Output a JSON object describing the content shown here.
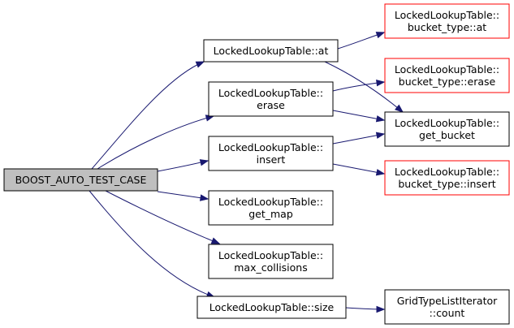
{
  "colors": {
    "edge": "#191970",
    "root_fill": "#bfbfbf",
    "external_border": "#ff0000",
    "node_border": "#000000"
  },
  "nodes": {
    "root": {
      "lines": [
        "BOOST_AUTO_TEST_CASE"
      ]
    },
    "at": {
      "lines": [
        "LockedLookupTable::at"
      ]
    },
    "erase": {
      "lines": [
        "LockedLookupTable::",
        "erase"
      ]
    },
    "insert": {
      "lines": [
        "LockedLookupTable::",
        "insert"
      ]
    },
    "get_map": {
      "lines": [
        "LockedLookupTable::",
        "get_map"
      ]
    },
    "max_collisions": {
      "lines": [
        "LockedLookupTable::",
        "max_collisions"
      ]
    },
    "size": {
      "lines": [
        "LockedLookupTable::size"
      ]
    },
    "bucket_at": {
      "lines": [
        "LockedLookupTable::",
        "bucket_type::at"
      ]
    },
    "bucket_erase": {
      "lines": [
        "LockedLookupTable::",
        "bucket_type::erase"
      ]
    },
    "get_bucket": {
      "lines": [
        "LockedLookupTable::",
        "get_bucket"
      ]
    },
    "bucket_insert": {
      "lines": [
        "LockedLookupTable::",
        "bucket_type::insert"
      ]
    },
    "count": {
      "lines": [
        "GridTypeListIterator",
        "::count"
      ]
    }
  }
}
